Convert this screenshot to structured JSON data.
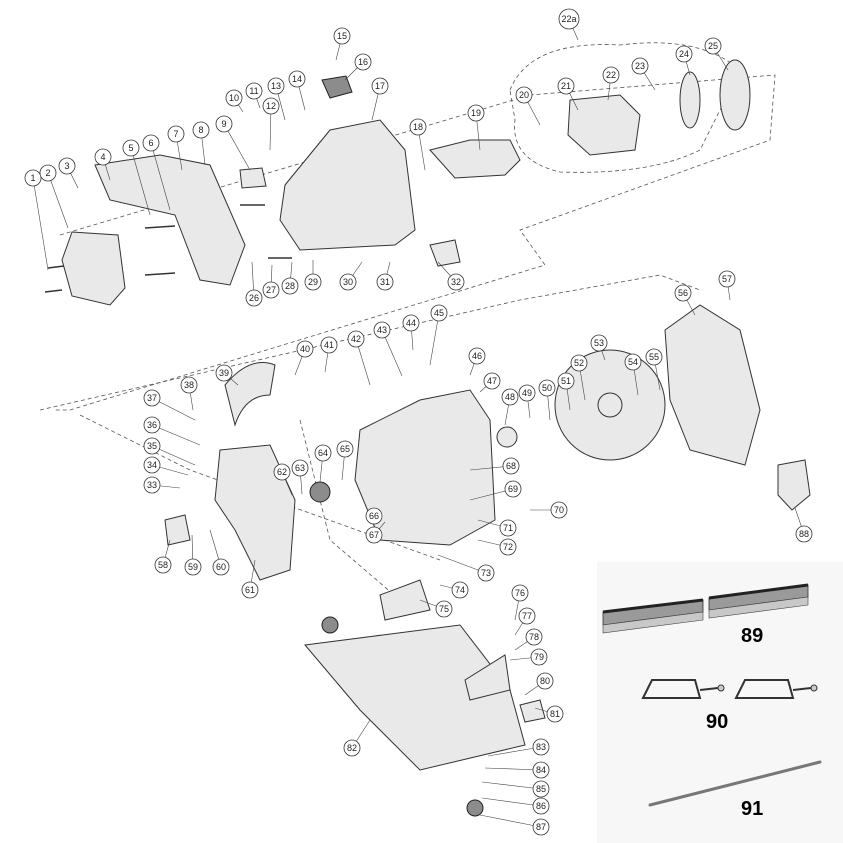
{
  "callouts": [
    "1",
    "2",
    "3",
    "4",
    "5",
    "6",
    "7",
    "8",
    "9",
    "10",
    "11",
    "12",
    "13",
    "14",
    "15",
    "16",
    "17",
    "18",
    "19",
    "20",
    "21",
    "22",
    "22a",
    "23",
    "24",
    "25",
    "26",
    "27",
    "28",
    "29",
    "30",
    "31",
    "32",
    "33",
    "34",
    "35",
    "36",
    "37",
    "38",
    "39",
    "40",
    "41",
    "42",
    "43",
    "44",
    "45",
    "46",
    "47",
    "48",
    "49",
    "50",
    "51",
    "52",
    "53",
    "54",
    "55",
    "56",
    "57",
    "58",
    "59",
    "60",
    "61",
    "62",
    "63",
    "64",
    "65",
    "66",
    "67",
    "68",
    "69",
    "70",
    "71",
    "72",
    "73",
    "74",
    "75",
    "76",
    "77",
    "78",
    "79",
    "80",
    "81",
    "82",
    "83",
    "84",
    "85",
    "86",
    "87",
    "88"
  ],
  "accessories": {
    "guide_rail_label": "89",
    "clamps_label": "90",
    "rod_label": "91"
  }
}
